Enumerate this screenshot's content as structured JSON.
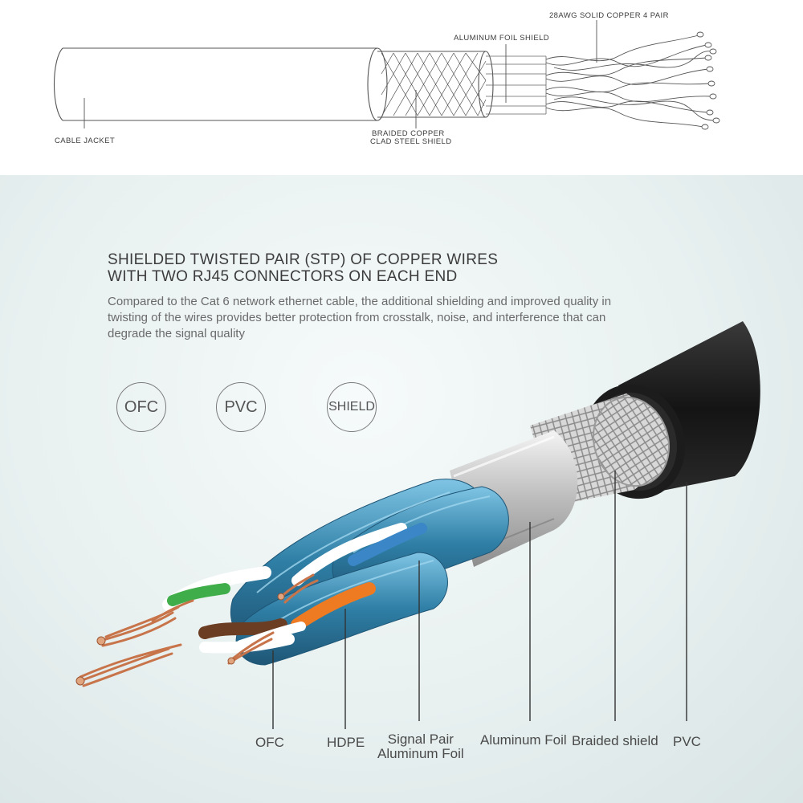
{
  "top_diagram": {
    "labels": {
      "cable_jacket": "CABLE JACKET",
      "braided_shield_line1": "BRAIDED COPPER",
      "braided_shield_line2": "CLAD STEEL SHIELD",
      "aluminum_foil": "ALUMINUM FOIL SHIELD",
      "copper_pairs": "28AWG SOLID COPPER 4 PAIR"
    }
  },
  "feature": {
    "headline_line1": "SHIELDED TWISTED PAIR (STP) OF COPPER WIRES",
    "headline_line2": "WITH TWO RJ45 CONNECTORS ON EACH END",
    "description": "Compared to the Cat 6 network ethernet cable, the additional shielding and improved quality in twisting of the wires provides better protection from crosstalk, noise, and interference that can degrade the signal quality",
    "badges": [
      "OFC",
      "PVC",
      "SHIELD"
    ]
  },
  "callouts": {
    "ofc": "OFC",
    "hdpe": "HDPE",
    "signal_pair_line1": "Signal Pair",
    "signal_pair_line2": "Aluminum Foil",
    "aluminum_foil": "Aluminum Foil",
    "braided_shield": "Braided shield",
    "pvc": "PVC"
  },
  "colors": {
    "background_teal": "#e3ecec",
    "pair_shield_blue": "#2f7fa6",
    "jacket_black": "#1c1c1c",
    "copper": "#c8744a",
    "wire_green": "#3fae4a",
    "wire_orange": "#ee7a22",
    "wire_blue": "#3a86c6",
    "wire_brown": "#6b3d22"
  }
}
